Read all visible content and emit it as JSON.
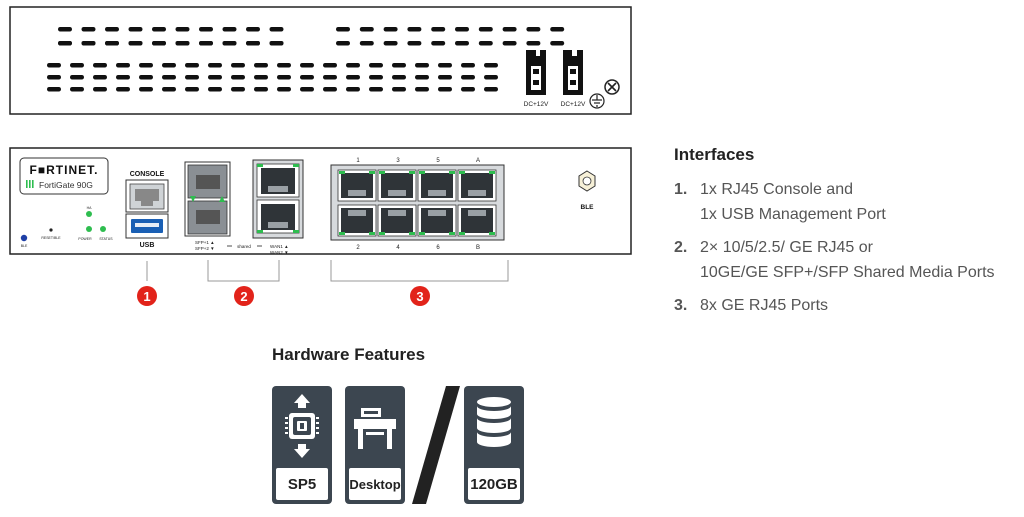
{
  "back_panel": {
    "power_labels": [
      "DC+12V",
      "DC+12V"
    ],
    "ground_icon": "ground-icon",
    "screw_icon": "screw-icon"
  },
  "front_panel": {
    "brand": "F■RTINET.",
    "model": "FortiGate 90G",
    "led_labels": [
      "BLE",
      "RESET/BLE",
      "POWER",
      "STATUS",
      "HA"
    ],
    "console_label": "CONSOLE",
    "usb_label": "USB",
    "sfp_labels": [
      "SFP+1 ▲",
      "SFP+2 ▼"
    ],
    "shared_label": "shared",
    "wan_labels": [
      "WAN1 ▲",
      "WAN2 ▼"
    ],
    "port_top_labels": [
      "1",
      "3",
      "5",
      "A"
    ],
    "port_bottom_labels": [
      "2",
      "4",
      "6",
      "B"
    ],
    "ble_label": "BLE",
    "accent_color": "#2ebd4f",
    "callout_numbers": [
      "1",
      "2",
      "3"
    ],
    "callout_color": "#e2231a"
  },
  "interfaces": {
    "title": "Interfaces",
    "items": [
      {
        "num": "1.",
        "lines": [
          "1x RJ45 Console and",
          "1x USB Management Port"
        ]
      },
      {
        "num": "2.",
        "lines": [
          "2× 10/5/2.5/ GE RJ45 or",
          "10GE/GE SFP+/SFP Shared Media Ports"
        ]
      },
      {
        "num": "3.",
        "lines": [
          "8x GE RJ45 Ports"
        ]
      }
    ]
  },
  "hardware_features": {
    "title": "Hardware Features",
    "items": [
      {
        "label": "SP5",
        "icon": "sp5-chip-icon"
      },
      {
        "label": "Desktop",
        "icon": "desktop-icon"
      },
      {
        "label": "120GB",
        "icon": "storage-icon"
      }
    ]
  }
}
